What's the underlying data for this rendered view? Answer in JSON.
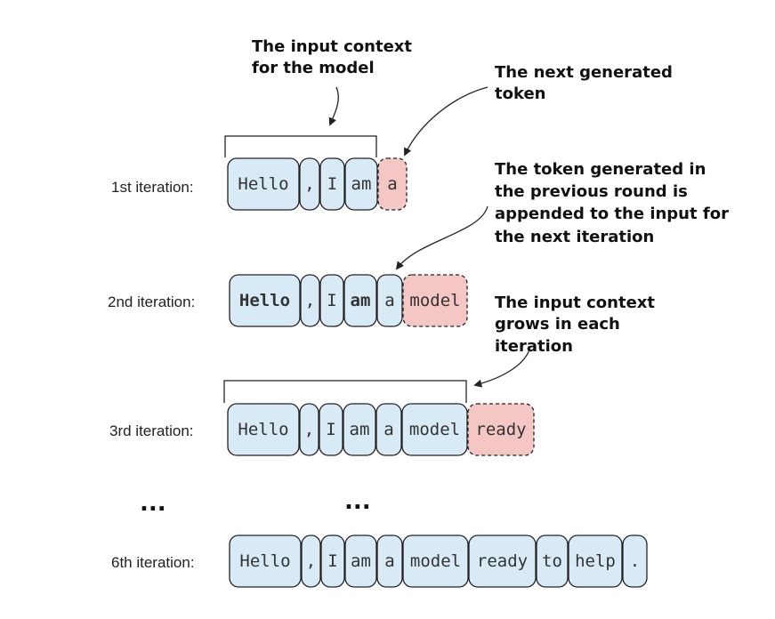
{
  "colors": {
    "input_fill": "#d8eaf5",
    "generated_fill": "#f4c6c4",
    "stroke": "#222222"
  },
  "annotations": {
    "input_context": [
      "The input context",
      "for the model"
    ],
    "next_token": [
      "The next generated",
      "token"
    ],
    "appended": [
      "The token generated in",
      "the previous round is",
      "appended to the input for",
      "the next iteration"
    ],
    "grows": [
      "The input context",
      "grows in each",
      "iteration"
    ]
  },
  "ellipsis": "...",
  "iterations": [
    {
      "label": "1st iteration:",
      "tokens": [
        "Hello",
        ",",
        "I",
        "am"
      ],
      "generated": "a"
    },
    {
      "label": "2nd iteration:",
      "tokens": [
        "Hello",
        ",",
        "I",
        "am",
        "a"
      ],
      "generated": "model"
    },
    {
      "label": "3rd iteration:",
      "tokens": [
        "Hello",
        ",",
        "I",
        "am",
        "a",
        "model"
      ],
      "generated": "ready"
    },
    {
      "label": "6th iteration:",
      "tokens": [
        "Hello",
        ",",
        "I",
        "am",
        "a",
        "model",
        "ready",
        "to",
        "help",
        "."
      ],
      "generated": ""
    }
  ]
}
